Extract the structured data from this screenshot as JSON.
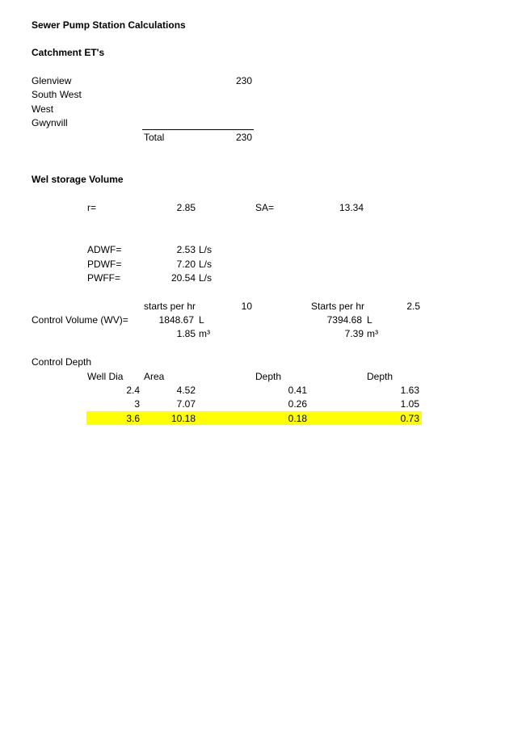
{
  "title": "Sewer Pump Station Calculations",
  "catchment": {
    "heading": "Catchment ET's",
    "rows": [
      {
        "name": "Glenview",
        "value": "230"
      },
      {
        "name": "South West",
        "value": ""
      },
      {
        "name": "West",
        "value": ""
      },
      {
        "name": "Gwynvill",
        "value": ""
      }
    ],
    "total_label": "Total",
    "total_value": "230"
  },
  "wet_storage": {
    "heading": "Wel storage Volume",
    "r_label": "r=",
    "r_value": "2.85",
    "sa_label": "SA=",
    "sa_value": "13.34"
  },
  "flows": [
    {
      "label": "ADWF=",
      "value": "2.53",
      "unit": "L/s"
    },
    {
      "label": "PDWF=",
      "value": "7.20",
      "unit": "L/s"
    },
    {
      "label": "PWFF=",
      "value": "20.54",
      "unit": "L/s"
    }
  ],
  "control_volume": {
    "label": "Control Volume (WV)=",
    "starts_label_1": "starts per hr",
    "starts_value_1": "10",
    "starts_label_2": "Starts per hr",
    "starts_value_2": "2.5",
    "vol_l_1": "1848.67",
    "unit_l_1": "L",
    "vol_m3_1": "1.85",
    "unit_m3_1": "m³",
    "vol_l_2": "7394.68",
    "unit_l_2": "L",
    "vol_m3_2": "7.39",
    "unit_m3_2": "m³"
  },
  "control_depth": {
    "heading": "Control Depth",
    "headers": {
      "well_dia": "Well Dia",
      "area": "Area",
      "depth1": "Depth",
      "depth2": "Depth"
    },
    "rows": [
      {
        "dia": "2.4",
        "area": "4.52",
        "depth1": "0.41",
        "depth2": "1.63"
      },
      {
        "dia": "3",
        "area": "7.07",
        "depth1": "0.26",
        "depth2": "1.05"
      },
      {
        "dia": "3.6",
        "area": "10.18",
        "depth1": "0.18",
        "depth2": "0.73"
      }
    ],
    "highlight_color": "#ffff00"
  }
}
